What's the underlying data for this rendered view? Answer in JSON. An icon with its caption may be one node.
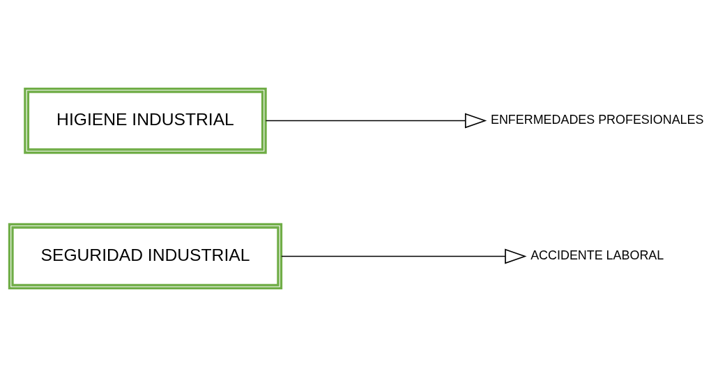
{
  "diagram": {
    "nodes": [
      {
        "text": [
          "SEGURIDAD INDUSTRIAL"
        ]
      },
      {
        "text": [
          "ACCIDENTE LABORAL"
        ]
      },
      {
        "text": [
          "HIGIENE INDUSTRIAL"
        ]
      },
      {
        "text": [
          "ENFERMEDADES PROFESIONALES"
        ]
      }
    ],
    "edges": [
      {
        "from": 0,
        "to": 1,
        "arrow": "to"
      },
      {
        "from": 2,
        "to": 3,
        "arrow": "to"
      }
    ]
  }
}
